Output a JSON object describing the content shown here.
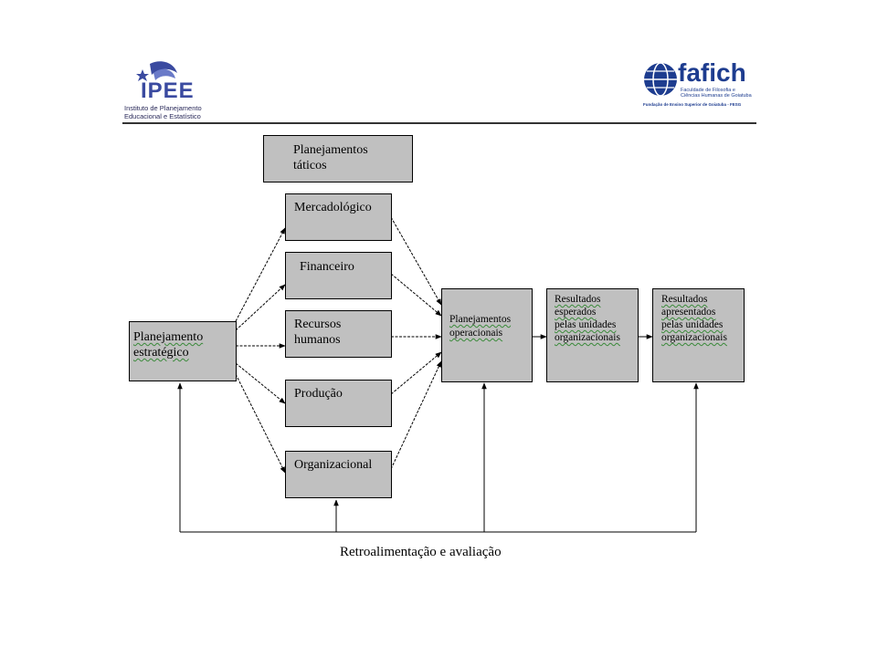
{
  "logos": {
    "ipee": {
      "name": "IPEE",
      "subtitle_line1": "Instituto de Planejamento",
      "subtitle_line2": "Educacional e Estatístico"
    },
    "fafich": {
      "name": "fafich",
      "subtitle_line1": "Faculdade de Filosofia e",
      "subtitle_line2": "Ciências Humanas de Goiatuba",
      "footer": "Fundação de Ensino Superior de Goiatuba - FESG"
    }
  },
  "diagram": {
    "header_box": "Planejamentos\ntáticos",
    "strategic": "Planejamento\nestratégico",
    "tactical": {
      "mercadologico": "Mercadológico",
      "financeiro": "Financeiro",
      "recursos_humanos": "Recursos\nhumanos",
      "producao": "Produção",
      "organizacional": "Organizacional"
    },
    "operational": "Planejamentos\noperacionais",
    "expected_results": "Resultados\nesperados\npelas unidades\norganizacionais",
    "presented_results": "Resultados\napresentados\npelas unidades\norganizacionais",
    "feedback_label": "Retroalimentação e avaliação"
  }
}
